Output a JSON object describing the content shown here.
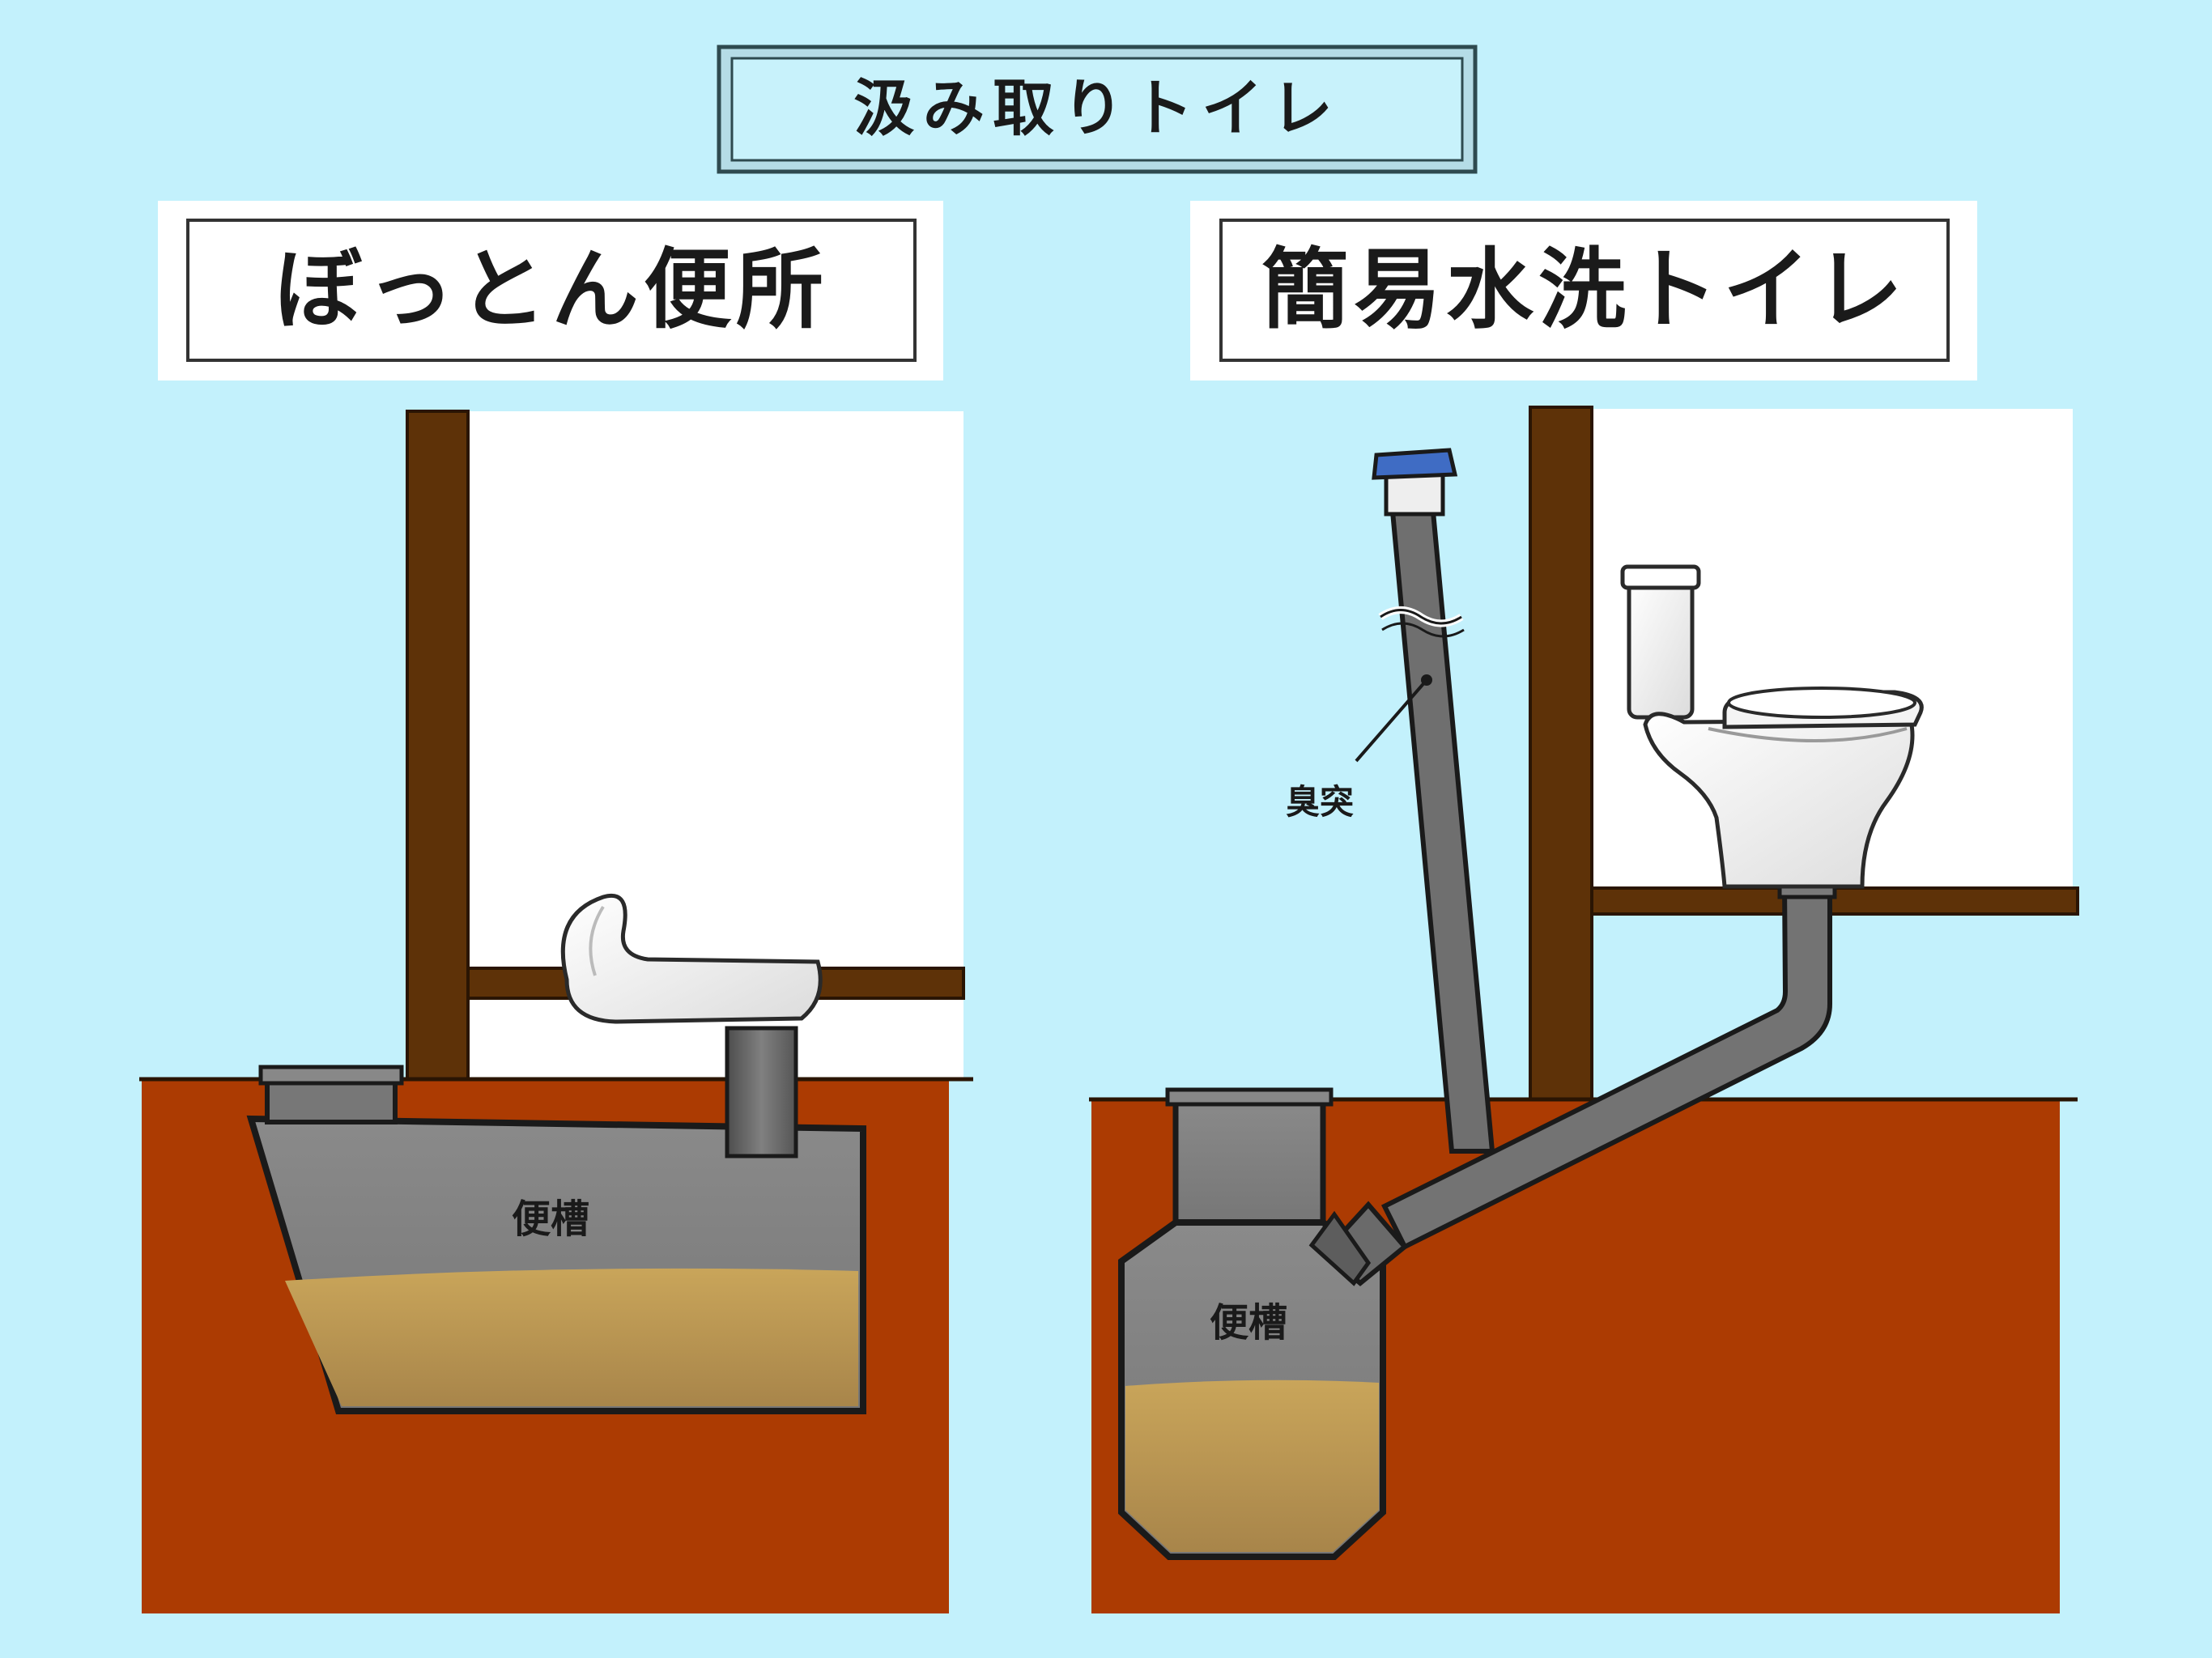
{
  "title": "汲み取りトイレ",
  "left_panel": {
    "heading": "ぼっとん便所",
    "tank_label": "便槽"
  },
  "right_panel": {
    "heading": "簡易水洗トイレ",
    "tank_label": "便槽",
    "vent_pipe_label": "臭突"
  },
  "colors": {
    "background": "#c3f1fc",
    "soil": "#ac3b02",
    "wood": "#5e3208",
    "tank_gray": "#7a7a7a",
    "waste": "#c39b4d",
    "pipe": "#6d6d6d",
    "vent_cap": "#3f6cc4"
  }
}
